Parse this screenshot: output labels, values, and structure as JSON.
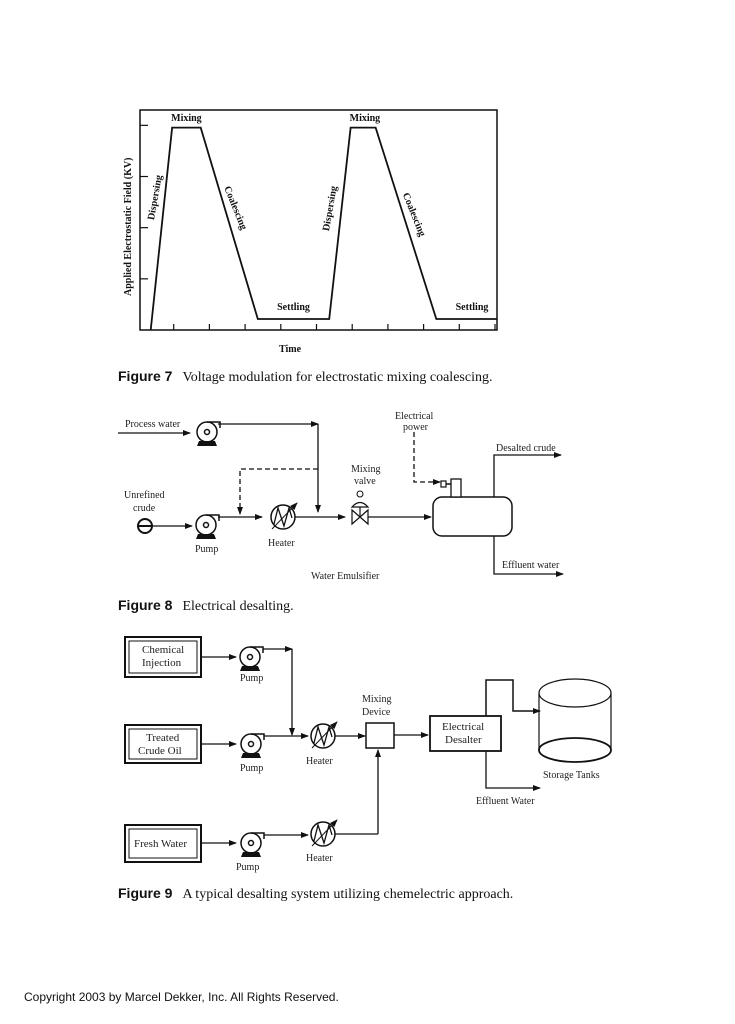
{
  "figure7": {
    "caption_label": "Figure 7",
    "caption_text": "Voltage modulation for electrostatic mixing coalescing.",
    "chart_data": {
      "type": "line",
      "title": "",
      "xlabel": "Time",
      "ylabel": "Applied Electrostatic Field (KV)",
      "x_ticks_count": 10,
      "y_ticks_count": 4,
      "ylim": [
        0,
        1
      ],
      "xlim": [
        0,
        10
      ],
      "series": [
        {
          "name": "Applied field",
          "x": [
            0.3,
            0.9,
            1.7,
            3.3,
            5.3,
            5.9,
            6.6,
            8.3,
            10.0
          ],
          "y": [
            -0.1,
            0.92,
            0.92,
            0.05,
            0.05,
            0.92,
            0.92,
            0.05,
            0.05
          ]
        }
      ],
      "annotations": [
        {
          "text": "Mixing",
          "x": 1.3,
          "y": 0.95,
          "rotate": 0
        },
        {
          "text": "Dispersing",
          "x": 0.5,
          "y": 0.6,
          "rotate": -80
        },
        {
          "text": "Coalescing",
          "x": 2.6,
          "y": 0.55,
          "rotate": 68
        },
        {
          "text": "Settling",
          "x": 4.3,
          "y": 0.09,
          "rotate": 0
        },
        {
          "text": "Mixing",
          "x": 6.3,
          "y": 0.95,
          "rotate": 0
        },
        {
          "text": "Dispersing",
          "x": 5.4,
          "y": 0.55,
          "rotate": -80
        },
        {
          "text": "Coalescing",
          "x": 7.6,
          "y": 0.52,
          "rotate": 68
        },
        {
          "text": "Settling",
          "x": 9.3,
          "y": 0.09,
          "rotate": 0
        }
      ]
    }
  },
  "figure8": {
    "caption_label": "Figure 8",
    "caption_text": "Electrical desalting.",
    "labels": {
      "process_water": "Process water",
      "unrefined_crude_1": "Unrefined",
      "unrefined_crude_2": "crude",
      "pump": "Pump",
      "heater": "Heater",
      "mixing_valve_1": "Mixing",
      "mixing_valve_2": "valve",
      "electrical_power_1": "Electrical",
      "electrical_power_2": "power",
      "desalted_crude": "Desalted crude",
      "effluent_water": "Effluent water",
      "water_emulsifier": "Water Emulsifier"
    }
  },
  "figure9": {
    "caption_label": "Figure 9",
    "caption_text": "A typical desalting system utilizing chemelectric approach.",
    "labels": {
      "chemical_injection_1": "Chemical",
      "chemical_injection_2": "Injection",
      "treated_crude_1": "Treated",
      "treated_crude_2": "Crude Oil",
      "fresh_water": "Fresh Water",
      "pump": "Pump",
      "heater": "Heater",
      "mixing_device_1": "Mixing",
      "mixing_device_2": "Device",
      "electrical_desalter_1": "Electrical",
      "electrical_desalter_2": "Desalter",
      "storage_tanks": "Storage Tanks",
      "effluent_water": "Effluent Water"
    }
  },
  "footer": {
    "copyright": "Copyright 2003 by Marcel Dekker, Inc. All Rights Reserved."
  }
}
